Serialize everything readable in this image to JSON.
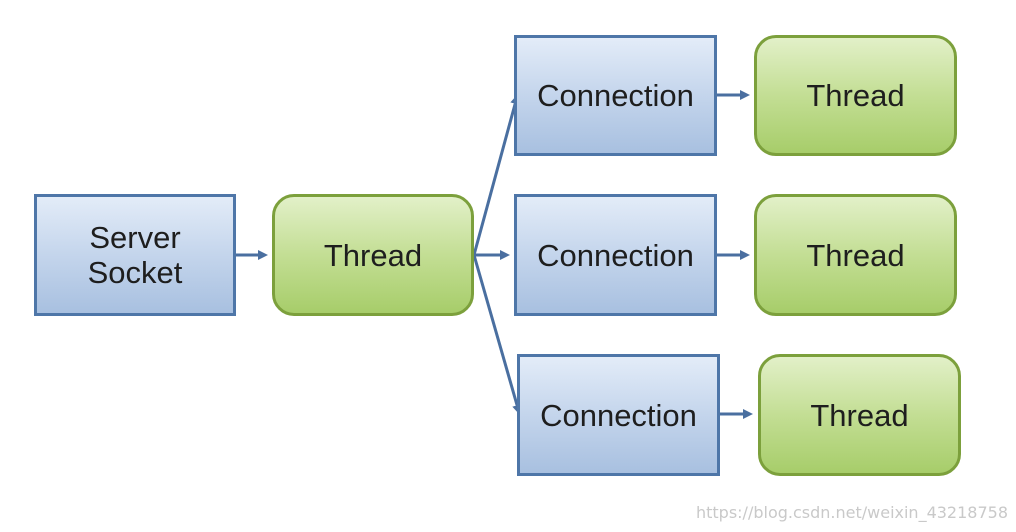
{
  "diagram": {
    "nodes": {
      "server_socket": {
        "line1": "Server",
        "line2": "Socket"
      },
      "thread_main": {
        "label": "Thread"
      },
      "connection_1": {
        "label": "Connection"
      },
      "connection_2": {
        "label": "Connection"
      },
      "connection_3": {
        "label": "Connection"
      },
      "thread_1": {
        "label": "Thread"
      },
      "thread_2": {
        "label": "Thread"
      },
      "thread_3": {
        "label": "Thread"
      }
    },
    "edges": [
      {
        "from": "server_socket",
        "to": "thread_main"
      },
      {
        "from": "thread_main",
        "to": "connection_1"
      },
      {
        "from": "thread_main",
        "to": "connection_2"
      },
      {
        "from": "thread_main",
        "to": "connection_3"
      },
      {
        "from": "connection_1",
        "to": "thread_1"
      },
      {
        "from": "connection_2",
        "to": "thread_2"
      },
      {
        "from": "connection_3",
        "to": "thread_3"
      }
    ],
    "colors": {
      "connector": "#4a6fa0",
      "blue_border": "#4e76a8",
      "green_border": "#7ca03c"
    }
  },
  "watermark": "https://blog.csdn.net/weixin_43218758"
}
